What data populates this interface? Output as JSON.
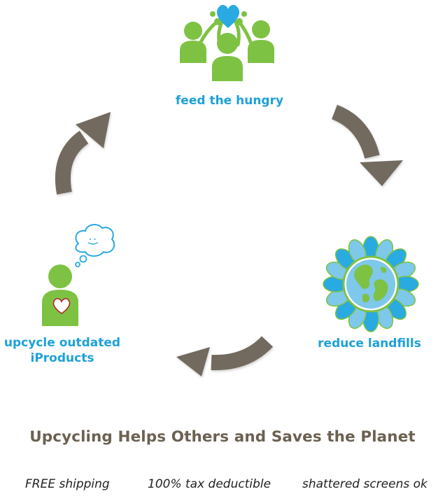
{
  "cycle": {
    "nodes": [
      {
        "id": "feed",
        "label": "feed the hungry",
        "icon": "people-raising-heart-icon"
      },
      {
        "id": "reduce",
        "label": "reduce landfills",
        "icon": "earth-flower-icon"
      },
      {
        "id": "upcycle",
        "label": "upcycle outdated iProducts",
        "icon": "person-thinking-heart-icon"
      }
    ],
    "thought_bubble_text": ":)",
    "colors": {
      "label": "#1da1d8",
      "figure": "#7dc242",
      "arrow": "#736a5e",
      "heart": "#29aae1"
    }
  },
  "headline": "Upcycling Helps Others and Saves the Planet",
  "features": [
    "FREE shipping",
    "100% tax deductible",
    "shattered screens ok"
  ]
}
